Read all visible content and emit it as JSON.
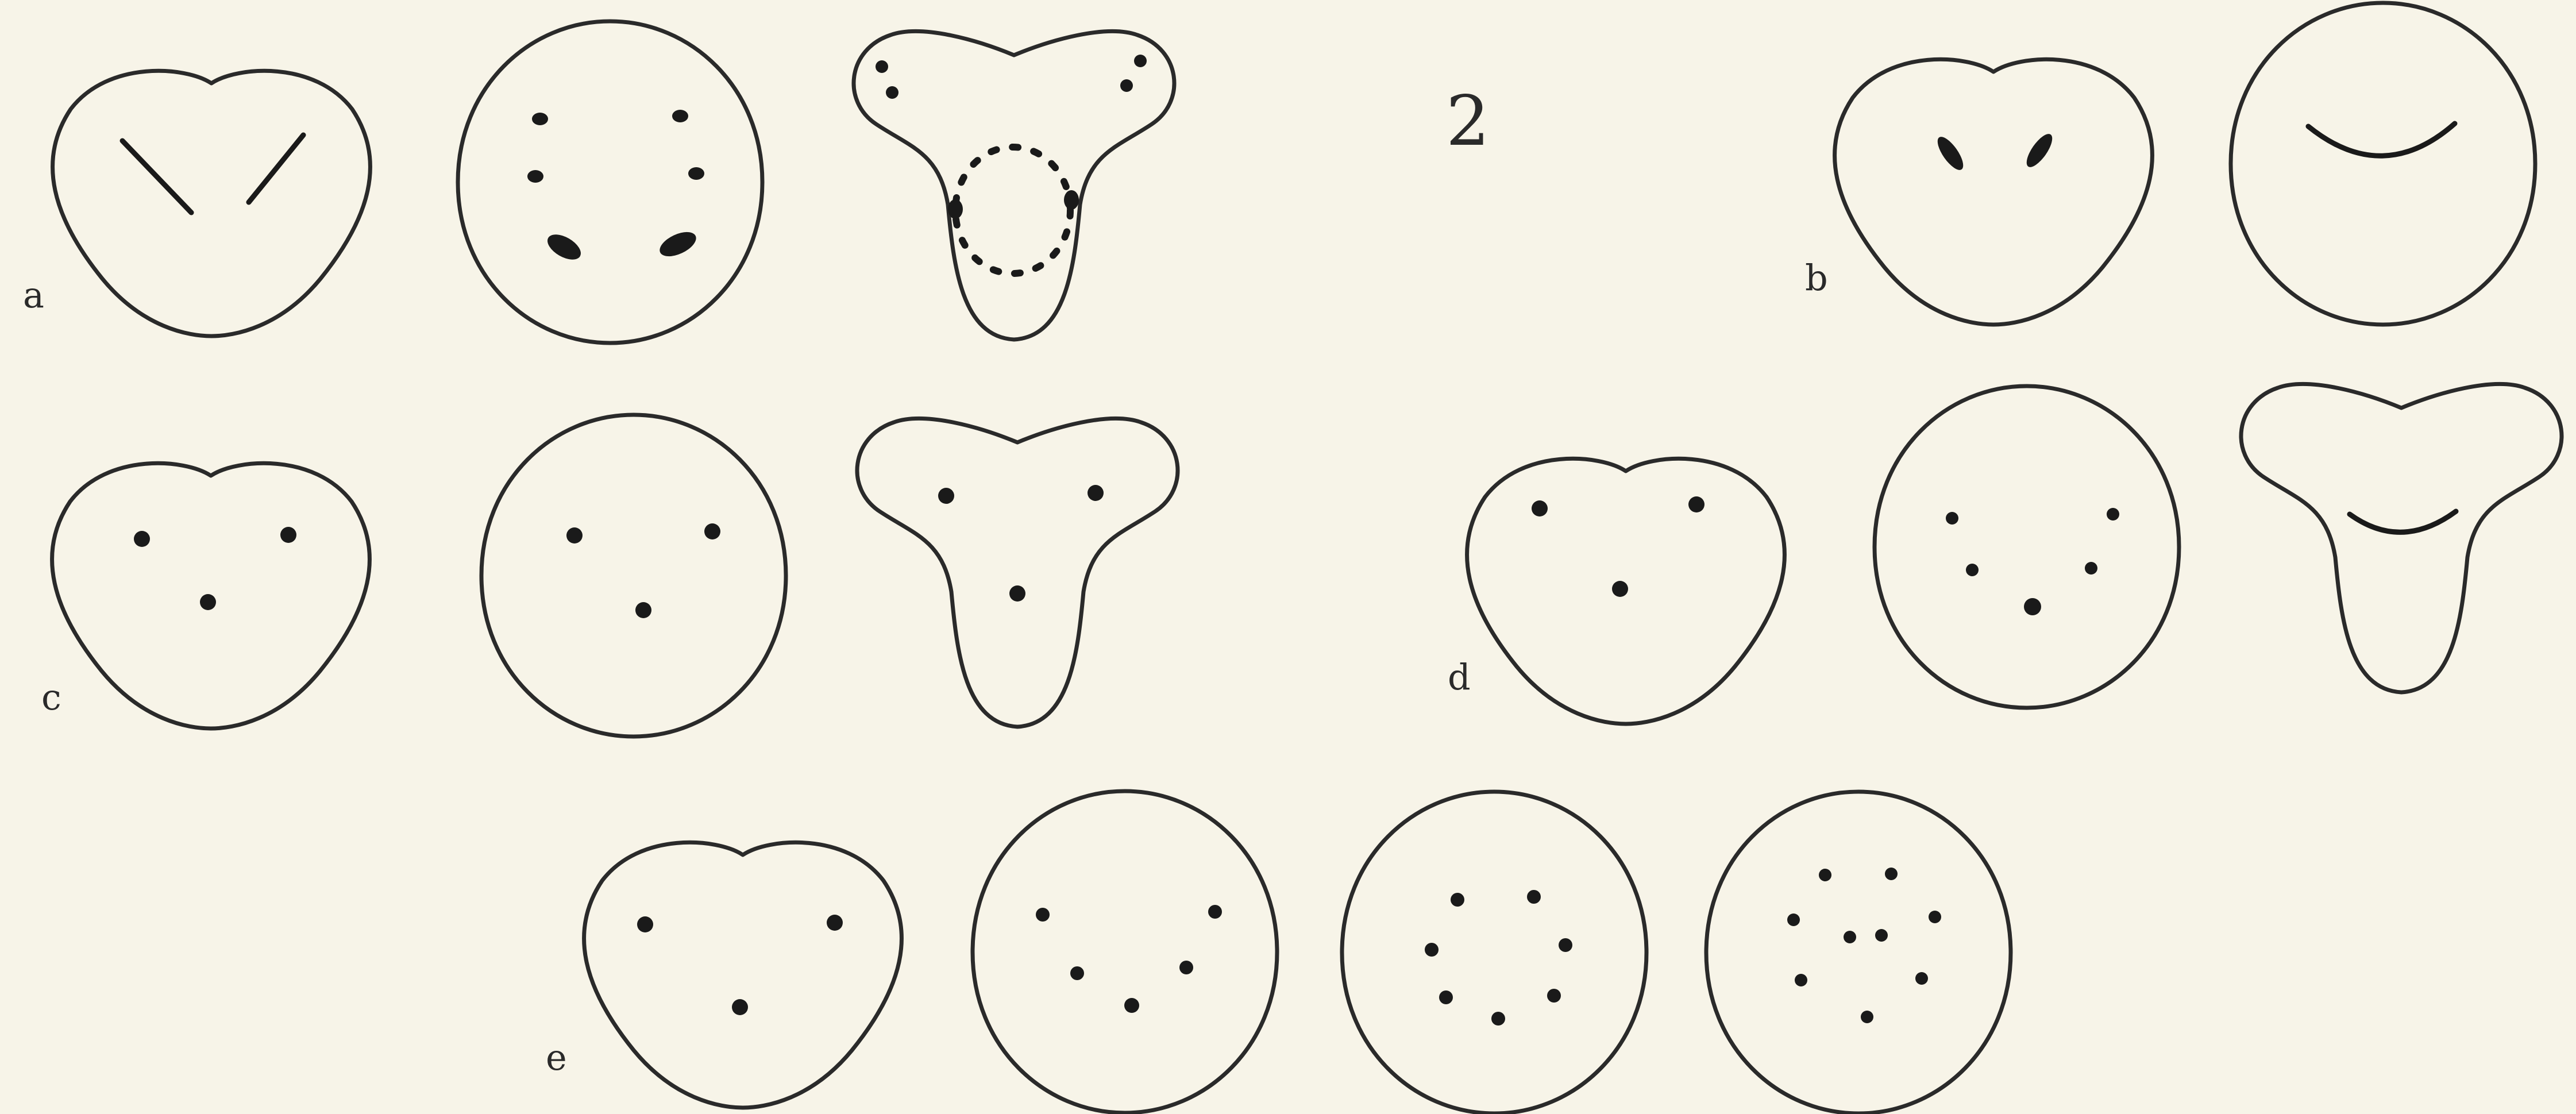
{
  "figure": {
    "number": "2",
    "panels": [
      {
        "label": "a"
      },
      {
        "label": "b"
      },
      {
        "label": "c"
      },
      {
        "label": "d"
      },
      {
        "label": "e"
      }
    ]
  }
}
